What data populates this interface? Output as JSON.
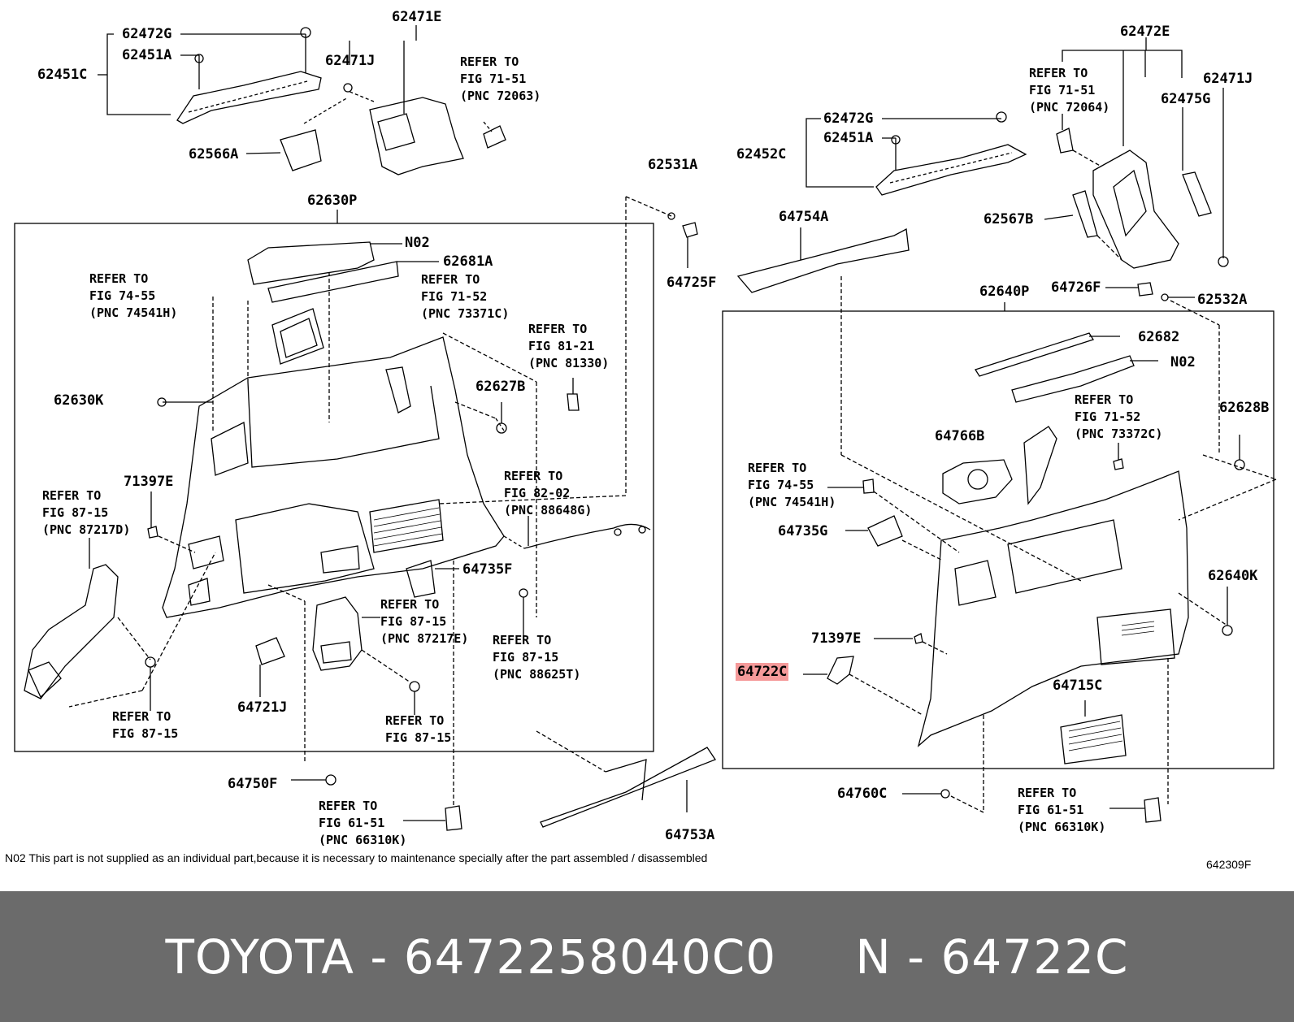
{
  "labels": {
    "l62472G_a": "62472G",
    "l62451A_a": "62451A",
    "l62451C": "62451C",
    "l62471E": "62471E",
    "l62471J_a": "62471J",
    "l62566A": "62566A",
    "l62630P": "62630P",
    "lN02_a": "N02",
    "l62681A": "62681A",
    "l62630K": "62630K",
    "l62627B": "62627B",
    "l71397E_a": "71397E",
    "l64735F": "64735F",
    "l64721J": "64721J",
    "l64750F": "64750F",
    "l64753A": "64753A",
    "l62531A": "62531A",
    "l64725F": "64725F",
    "l62472E": "62472E",
    "l62471J_b": "62471J",
    "l62475G": "62475G",
    "l62472G_b": "62472G",
    "l62451A_b": "62451A",
    "l62452C": "62452C",
    "l64754A": "64754A",
    "l62567B": "62567B",
    "l64726F": "64726F",
    "l62532A": "62532A",
    "l62640P": "62640P",
    "l62682": "62682",
    "lN02_b": "N02",
    "l64766B": "64766B",
    "l62628B": "62628B",
    "l64735G": "64735G",
    "l62640K": "62640K",
    "l71397E_b": "71397E",
    "l64722C": "64722C",
    "l64715C": "64715C",
    "l64760C": "64760C"
  },
  "refs": {
    "r1": "REFER TO\nFIG 71-51\n(PNC 72063)",
    "r2": "REFER TO\nFIG 74-55\n(PNC 74541H)",
    "r3": "REFER TO\nFIG 71-52\n(PNC 73371C)",
    "r4": "REFER TO\nFIG 81-21\n(PNC 81330)",
    "r5": "REFER TO\nFIG 82-02\n(PNC 88648G)",
    "r6": "REFER TO\nFIG 87-15\n(PNC 87217D)",
    "r7": "REFER TO\nFIG 87-15\n(PNC 87217E)",
    "r8": "REFER TO\nFIG 87-15\n(PNC 88625T)",
    "r9": "REFER TO\nFIG 87-15",
    "r10": "REFER TO\nFIG 87-15",
    "r11": "REFER TO\nFIG 61-51\n(PNC 66310K)",
    "r12": "REFER TO\nFIG 71-51\n(PNC 72064)",
    "r13": "REFER TO\nFIG 71-52\n(PNC 73372C)",
    "r14": "REFER TO\nFIG 74-55\n(PNC 74541H)",
    "r15": "REFER TO\nFIG 61-51\n(PNC 66310K)"
  },
  "footnote": "N02 This part is not supplied as an individual part,because it is necessary to maintenance specially after the part assembled / disassembled",
  "figure_code": "642309F",
  "banner": {
    "brand": "TOYOTA",
    "part_number": "6472258040C0",
    "ref_code": "N - 64722C"
  },
  "highlight_color": "#f59a9a",
  "banner_color": "#6b6b6b"
}
